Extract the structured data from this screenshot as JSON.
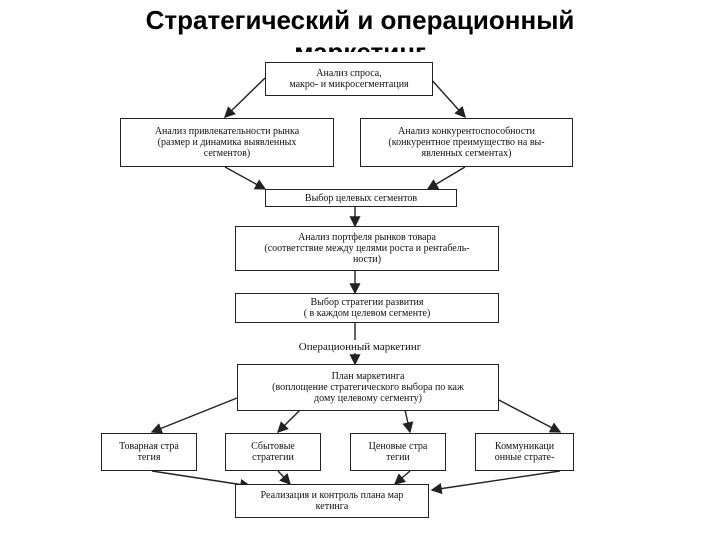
{
  "title": {
    "line1": "Стратегический и операционный",
    "line2": "маркетинг"
  },
  "boxes": {
    "demand": "Анализ спроса,\nмакро- и микросегментация",
    "attractiveness": "Анализ привлекательности рынка\n(размер и динамика выявленных\nсегментов)",
    "competitiveness": "Анализ конкурентоспособности\n(конкурентное преимущество на вы-\nявленных сегментах)",
    "target": "Выбор целевых сегментов",
    "portfolio": "Анализ портфеля рынков товара\n(соответствие между целями роста и рентабель-\nности)",
    "strategy": "Выбор стратегии развития\n( в каждом целевом сегменте)",
    "plan": "План маркетинга\n(воплощение стратегического выбора по каж\nдому целевому сегменту)",
    "product": "Товарная стра\nтегия",
    "sales": "Сбытовые\nстратегии",
    "price": "Ценовые стра\nтегии",
    "communication": "Коммуникаци\nонные страте-",
    "control": "Реализация и контроль плана мар\nкетинга"
  },
  "labels": {
    "operational": "Операционный маркетинг"
  }
}
